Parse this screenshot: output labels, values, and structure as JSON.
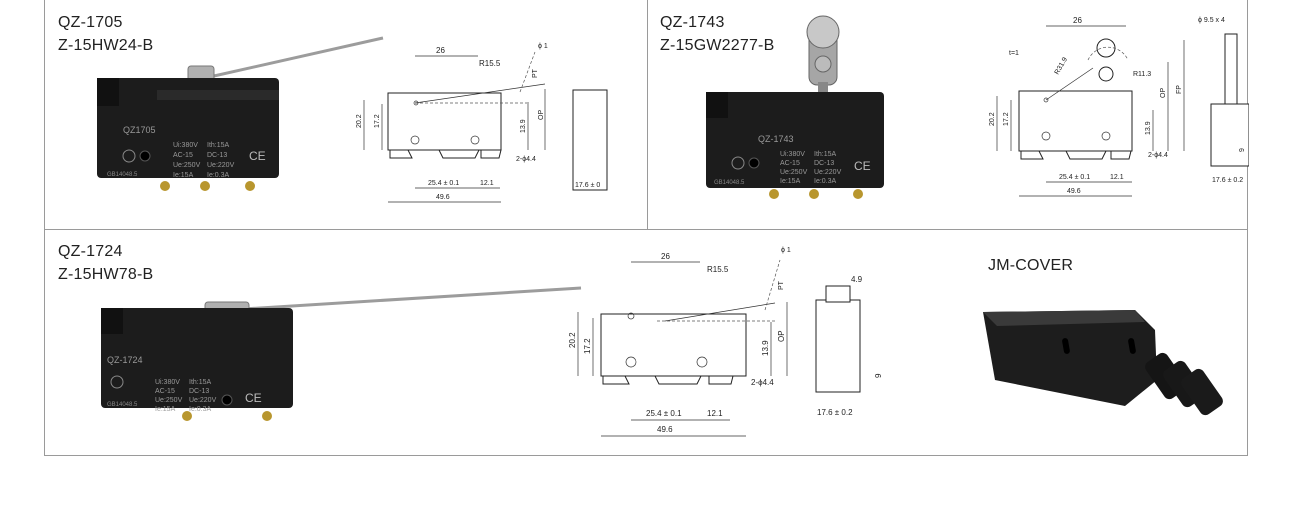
{
  "panels": [
    {
      "model": "QZ-1705",
      "code": "Z-15HW24-B",
      "body_mark": "QZ1705",
      "spec": [
        "Ui:380V",
        "Ith:15A",
        "AC-15",
        "DC-13",
        "Ue:250V",
        "Ue:220V",
        "Ie:15A",
        "Ie:0.3A"
      ],
      "cert": "GB14048.5",
      "dims": {
        "a": "26",
        "b": "R15.5",
        "c": "ϕ 1",
        "d": "PT",
        "e": "20.2",
        "f": "17.2",
        "g": "13.9",
        "h": "OP",
        "i": "25.4 ± 0.1",
        "j": "12.1",
        "k": "49.6",
        "l": "2-ϕ4.4",
        "m": "17.6 ± 0"
      }
    },
    {
      "model": "QZ-1743",
      "code": "Z-15GW2277-B",
      "body_mark": "QZ-1743",
      "spec": [
        "Ui:380V",
        "Ith:15A",
        "AC-15",
        "DC-13",
        "Ue:250V",
        "Ue:220V",
        "Ie:15A",
        "Ie:0.3A"
      ],
      "cert": "GB14048.5",
      "dims": {
        "a": "26",
        "b": "R31.9",
        "c": "t=1",
        "d": "R11.3",
        "e": "20.2",
        "f": "17.2",
        "g": "13.9",
        "h": "OP",
        "i": "25.4 ± 0.1",
        "j": "12.1",
        "k": "49.6",
        "l": "2-ϕ4.4",
        "m": "17.6 ± 0.2",
        "n": "FP",
        "o": "ϕ 9.5 x 4",
        "p": "9"
      }
    },
    {
      "model": "QZ-1724",
      "code": "Z-15HW78-B",
      "body_mark": "QZ-1724",
      "spec": [
        "Ui:380V",
        "Ith:15A",
        "AC-15",
        "DC-13",
        "Ue:250V",
        "Ue:220V",
        "Ie:15A",
        "Ie:0.3A"
      ],
      "cert": "GB14048.5",
      "dims": {
        "a": "26",
        "b": "R15.5",
        "c": "ϕ 1",
        "d": "PT",
        "e": "20.2",
        "f": "17.2",
        "g": "13.9",
        "h": "OP",
        "i": "25.4 ± 0.1",
        "j": "12.1",
        "k": "49.6",
        "l": "2-ϕ4.4",
        "m": "17.6 ± 0.2",
        "n": "4.9",
        "p": "9"
      }
    },
    {
      "model": "JM-COVER"
    }
  ],
  "tolerance": {
    "plus": "0.1",
    "minus": "0"
  },
  "ce_mark": "CE",
  "colors": {
    "body": "#1c1c1c",
    "metal": "#a8a8a8",
    "border": "#9a9a9a"
  }
}
